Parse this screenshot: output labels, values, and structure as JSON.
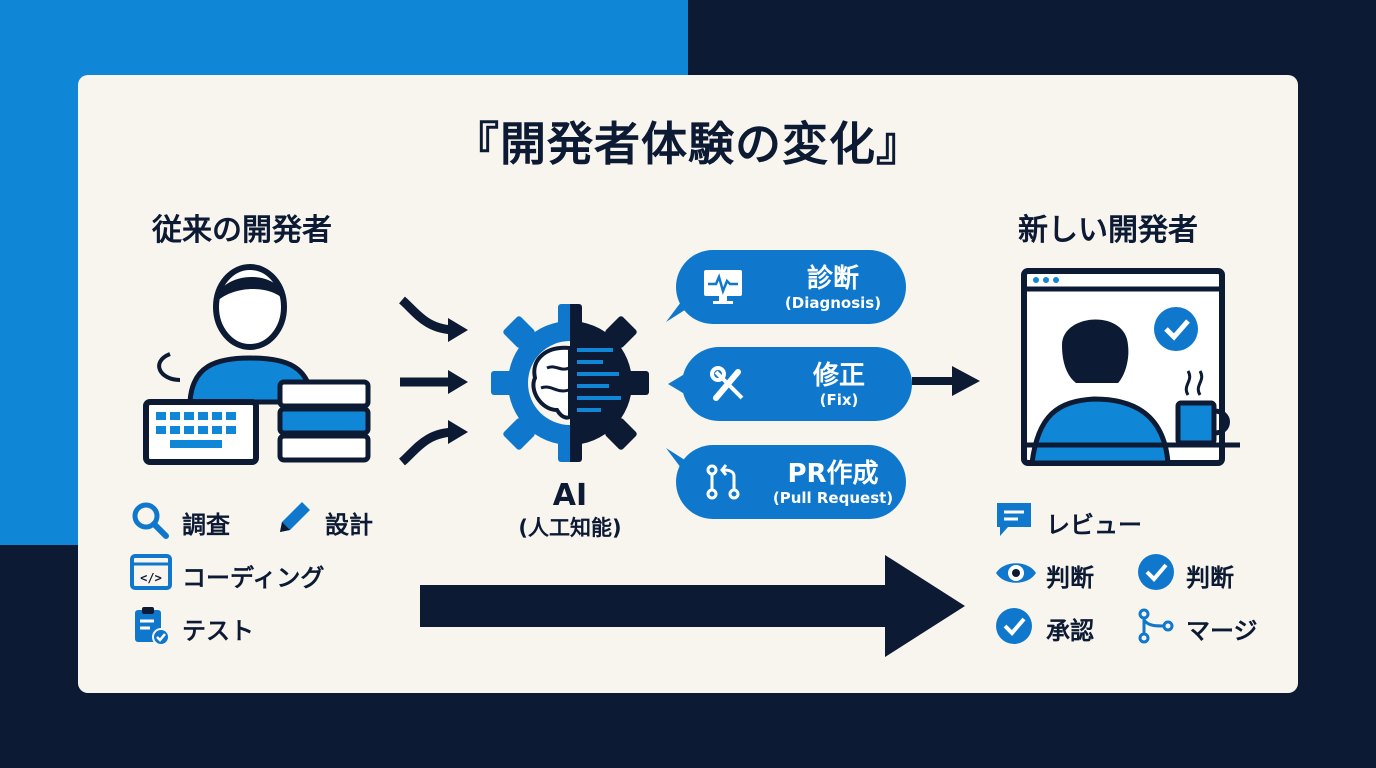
{
  "title": "『開発者体験の変化』",
  "left": {
    "heading": "従来の開発者",
    "tasks": [
      {
        "label": "調査",
        "icon": "magnifier-icon"
      },
      {
        "label": "設計",
        "icon": "pencil-icon"
      },
      {
        "label": "コーディング",
        "icon": "code-window-icon"
      },
      {
        "label": "テスト",
        "icon": "clipboard-check-icon"
      }
    ]
  },
  "ai": {
    "label": "AI",
    "sublabel": "(人工知能)",
    "icon": "brain-gear-code-icon"
  },
  "actions": [
    {
      "label": "診断",
      "sub": "(Diagnosis)",
      "icon": "monitor-pulse-icon"
    },
    {
      "label": "修正",
      "sub": "(Fix)",
      "icon": "tools-icon"
    },
    {
      "label": "PR作成",
      "sub": "(Pull Request)",
      "icon": "pull-request-icon"
    }
  ],
  "right": {
    "heading": "新しい開発者",
    "tasks": [
      {
        "label": "レビュー",
        "icon": "comment-icon"
      },
      {
        "label": "判断",
        "icon": "eye-icon"
      },
      {
        "label": "判断",
        "icon": "check-circle-icon"
      },
      {
        "label": "承認",
        "icon": "check-circle-icon"
      },
      {
        "label": "マージ",
        "icon": "merge-icon"
      }
    ]
  },
  "colors": {
    "navy": "#0c1a33",
    "blue": "#0f86d6",
    "card": "#f8f5ee"
  }
}
